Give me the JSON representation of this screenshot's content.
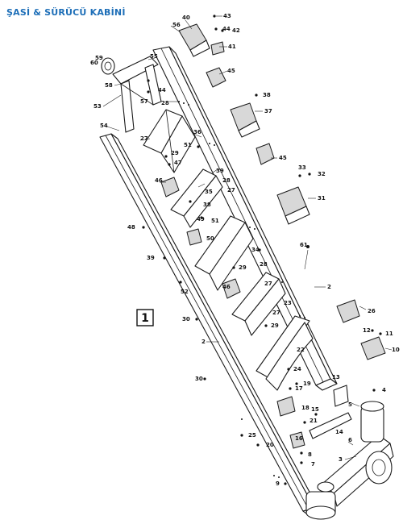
{
  "page": {
    "title": "ŞASİ & SÜRÜCÜ KABİNİ",
    "title_color": "#1e6fb8"
  },
  "diagram": {
    "assembly_number": "1",
    "callouts": [
      {
        "id": "c1",
        "label": "40"
      },
      {
        "id": "c2",
        "label": "43"
      },
      {
        "id": "c3",
        "label": "56"
      },
      {
        "id": "c4",
        "label": "44"
      },
      {
        "id": "c5",
        "label": "42"
      },
      {
        "id": "c6",
        "label": "41"
      },
      {
        "id": "c7",
        "label": "45"
      },
      {
        "id": "c8",
        "label": "60"
      },
      {
        "id": "c9",
        "label": "59"
      },
      {
        "id": "c10",
        "label": "55"
      },
      {
        "id": "c11",
        "label": "58"
      },
      {
        "id": "c12",
        "label": "44"
      },
      {
        "id": "c13",
        "label": "57"
      },
      {
        "id": "c14",
        "label": "28"
      },
      {
        "id": "c15",
        "label": "53"
      },
      {
        "id": "c16",
        "label": "38"
      },
      {
        "id": "c17",
        "label": "37"
      },
      {
        "id": "c18",
        "label": "36"
      },
      {
        "id": "c19",
        "label": "54"
      },
      {
        "id": "c20",
        "label": "27"
      },
      {
        "id": "c21",
        "label": "51"
      },
      {
        "id": "c22",
        "label": "29"
      },
      {
        "id": "c23",
        "label": "47"
      },
      {
        "id": "c24",
        "label": "46"
      },
      {
        "id": "c25",
        "label": "39"
      },
      {
        "id": "c26",
        "label": "45"
      },
      {
        "id": "c27",
        "label": "33"
      },
      {
        "id": "c28",
        "label": "32"
      },
      {
        "id": "c29",
        "label": "35"
      },
      {
        "id": "c30",
        "label": "28"
      },
      {
        "id": "c31",
        "label": "27"
      },
      {
        "id": "c32",
        "label": "38"
      },
      {
        "id": "c33",
        "label": "31"
      },
      {
        "id": "c34",
        "label": "49"
      },
      {
        "id": "c35",
        "label": "51"
      },
      {
        "id": "c36",
        "label": "50"
      },
      {
        "id": "c37",
        "label": "48"
      },
      {
        "id": "c38",
        "label": "34"
      },
      {
        "id": "c39",
        "label": "61"
      },
      {
        "id": "c40",
        "label": "39"
      },
      {
        "id": "c41",
        "label": "29"
      },
      {
        "id": "c42",
        "label": "28"
      },
      {
        "id": "c43",
        "label": "46"
      },
      {
        "id": "c44",
        "label": "27"
      },
      {
        "id": "c45",
        "label": "2"
      },
      {
        "id": "c46",
        "label": "52"
      },
      {
        "id": "c47",
        "label": "23"
      },
      {
        "id": "c48",
        "label": "27"
      },
      {
        "id": "c49",
        "label": "26"
      },
      {
        "id": "c50",
        "label": "30"
      },
      {
        "id": "c51",
        "label": "29"
      },
      {
        "id": "c52",
        "label": "12"
      },
      {
        "id": "c53",
        "label": "11"
      },
      {
        "id": "c54",
        "label": "22"
      },
      {
        "id": "c55",
        "label": "10"
      },
      {
        "id": "c56",
        "label": "2"
      },
      {
        "id": "c57",
        "label": "24"
      },
      {
        "id": "c58",
        "label": "13"
      },
      {
        "id": "c59",
        "label": "30"
      },
      {
        "id": "c60",
        "label": "17"
      },
      {
        "id": "c61",
        "label": "19"
      },
      {
        "id": "c62",
        "label": "4"
      },
      {
        "id": "c63",
        "label": "18"
      },
      {
        "id": "c64",
        "label": "15"
      },
      {
        "id": "c65",
        "label": "5"
      },
      {
        "id": "c66",
        "label": "21"
      },
      {
        "id": "c67",
        "label": "14"
      },
      {
        "id": "c68",
        "label": "16"
      },
      {
        "id": "c69",
        "label": "25"
      },
      {
        "id": "c70",
        "label": "6"
      },
      {
        "id": "c71",
        "label": "20"
      },
      {
        "id": "c72",
        "label": "8"
      },
      {
        "id": "c73",
        "label": "7"
      },
      {
        "id": "c74",
        "label": "3"
      },
      {
        "id": "c75",
        "label": "9"
      }
    ]
  }
}
